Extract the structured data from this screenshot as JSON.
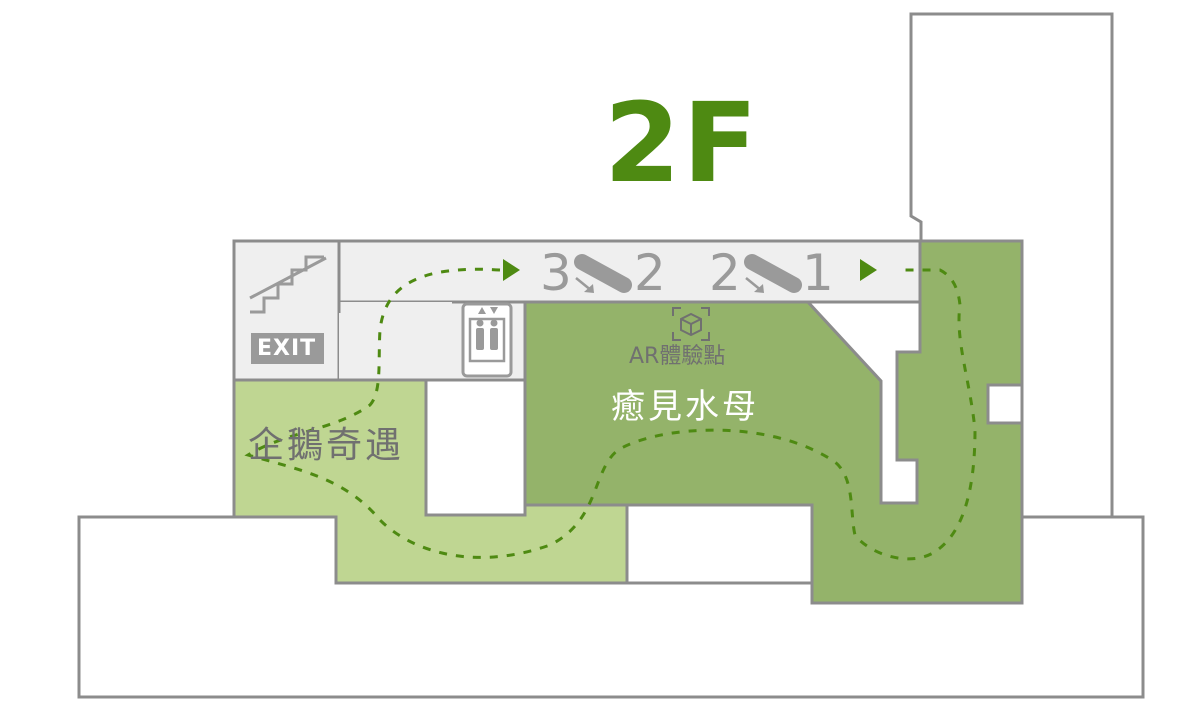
{
  "floor": {
    "title": "2F"
  },
  "zones": {
    "penguin": "企鵝奇遇",
    "jellyfish": "癒見水母"
  },
  "ar_point": {
    "label": "AR體驗點",
    "icon": "ar-cube-icon"
  },
  "exit": {
    "label": "EXIT",
    "icon": "stairs-icon"
  },
  "elevator": {
    "icon": "elevator-icon"
  },
  "escalators": [
    {
      "from": "3",
      "to": "2",
      "icon": "escalator-icon"
    },
    {
      "from": "2",
      "to": "1",
      "icon": "escalator-icon"
    }
  ],
  "colors": {
    "title": "#4e8a12",
    "zone_light": "#bfd692",
    "zone_dark": "#94b36a",
    "corridor": "#efefef",
    "outline": "#8c8c8c",
    "path": "#4e8a12",
    "label_gray": "#707070",
    "label_white": "#ffffff",
    "icon_gray": "#9a9a9a"
  }
}
